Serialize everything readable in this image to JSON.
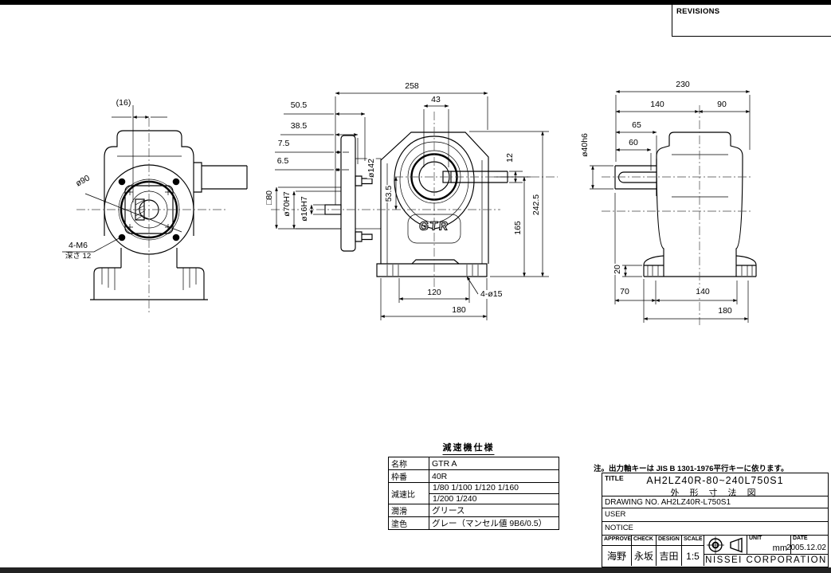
{
  "frame": {
    "revisions_label": "REVISIONS"
  },
  "front_view": {
    "dim_16": "(16)",
    "dia_90": "ø90",
    "tap_holes": "4-M6",
    "tap_depth": "深さ 12"
  },
  "side_view": {
    "overall_width": "258",
    "dim_50_5": "50.5",
    "dim_38_5": "38.5",
    "dim_7_5": "7.5",
    "dim_6_5": "6.5",
    "flange_dia": "ø142",
    "dim_43": "43",
    "dim_12": "12",
    "square_80": "□80",
    "spigot_dia": "ø70H7",
    "bore_dia": "ø16H7",
    "dim_53_5": "53.5",
    "height_165": "165",
    "height_242_5": "242.5",
    "foot_pitch": "120",
    "base_width": "180",
    "foot_holes": "4-ø15",
    "logo": "GTR"
  },
  "rear_view": {
    "overall_width": "230",
    "dim_140_top": "140",
    "dim_90": "90",
    "dim_65": "65",
    "dim_60": "60",
    "shaft_dia": "ø40h6",
    "foot_height": "20",
    "dim_70": "70",
    "dim_140_bottom": "140",
    "base_width": "180"
  },
  "spec_table": {
    "title": "減速機仕様",
    "rows": [
      {
        "label": "名称",
        "value": "GTR A"
      },
      {
        "label": "枠番",
        "value": "40R"
      },
      {
        "label": "減速比",
        "value": "1/80 1/100 1/120 1/160",
        "value2": "1/200 1/240"
      },
      {
        "label": "潤滑",
        "value": "グリース"
      },
      {
        "label": "塗色",
        "value": "グレー（マンセル値 9B6/0.5）"
      }
    ]
  },
  "note": "注。出力軸キーは JIS B 1301-1976平行キーに依ります。",
  "title_block": {
    "title_label": "TITLE",
    "product": "AH2LZ40R-80~240L750S1",
    "subtitle": "外 形 寸 法 図",
    "drawing_no_label": "DRAWING NO.",
    "drawing_no": "AH2LZ40R-L750S1",
    "user_label": "USER",
    "notice_label": "NOTICE",
    "approve_label": "APPROVE",
    "check_label": "CHECK",
    "design_label": "DESIGN",
    "scale_label": "SCALE",
    "approve_name": "海野",
    "check_name": "永坂",
    "design_name": "吉田",
    "scale_value": "1:5",
    "unit_label": "UNIT",
    "unit_value": "mm",
    "date_label": "DATE",
    "date_value": "2005.12.02",
    "company": "NISSEI  CORPORATION"
  }
}
